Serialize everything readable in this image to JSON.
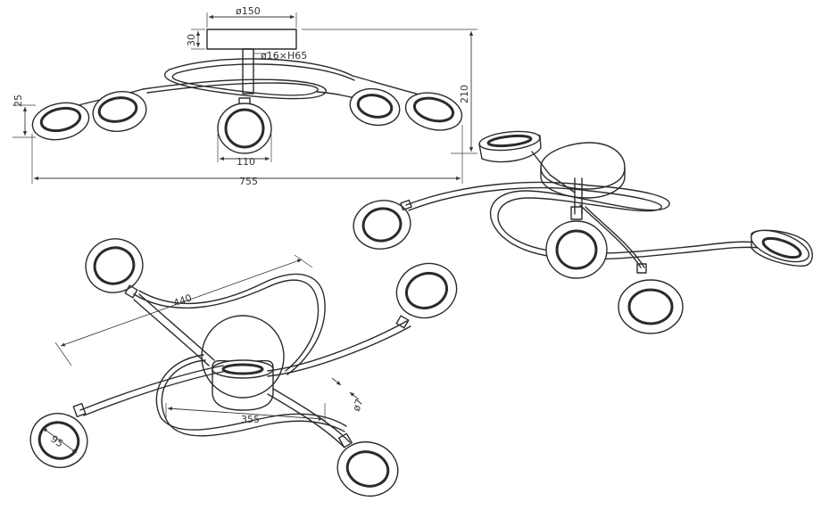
{
  "dimensions": {
    "canopy_diameter": "ø150",
    "canopy_height": "30",
    "stem": "ø16×H65",
    "head_height": "25",
    "total_height": "210",
    "head_width": "110",
    "total_width": "755",
    "arm_span": "440",
    "arc_width": "355",
    "arm_diameter": "ø7",
    "head_diameter": "95"
  },
  "colors": {
    "line": "#2b2b2b",
    "background": "#ffffff"
  }
}
